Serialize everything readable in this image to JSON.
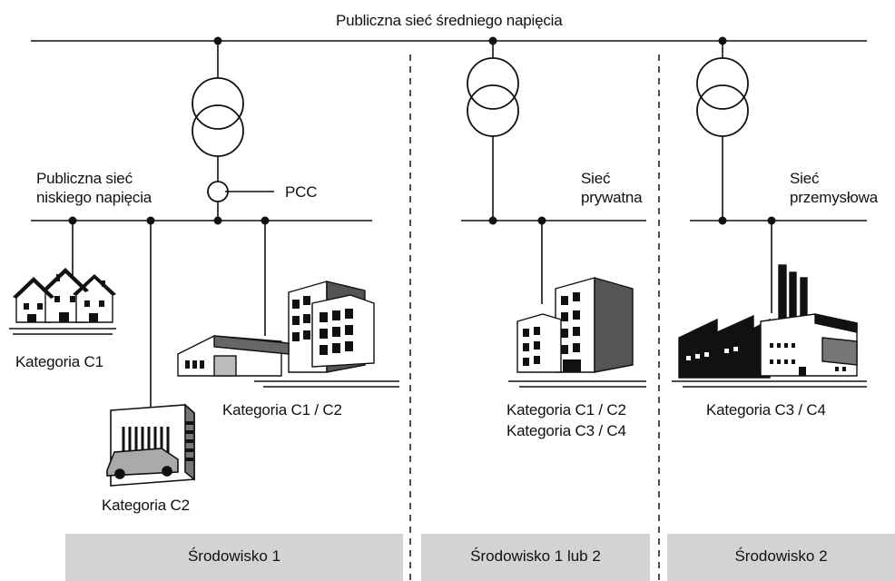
{
  "mv_network_label": "Publiczna sieć średniego napięcia",
  "lv_public": {
    "line1": "Publiczna sieć",
    "line2": "niskiego napięcia"
  },
  "pcc_label": "PCC",
  "private_network": {
    "line1": "Sieć",
    "line2": "prywatna"
  },
  "industrial_network": {
    "line1": "Sieć",
    "line2": "przemysłowa"
  },
  "categories": {
    "houses": "Kategoria C1",
    "carwash": "Kategoria C2",
    "office_block": "Kategoria C1 / C2",
    "private_line1": "Kategoria C1 / C2",
    "private_line2": "Kategoria C3 / C4",
    "factory": "Kategoria C3 / C4"
  },
  "environments": {
    "env1": "Środowisko 1",
    "env12": "Środowisko 1 lub 2",
    "env2": "Środowisko 2"
  }
}
